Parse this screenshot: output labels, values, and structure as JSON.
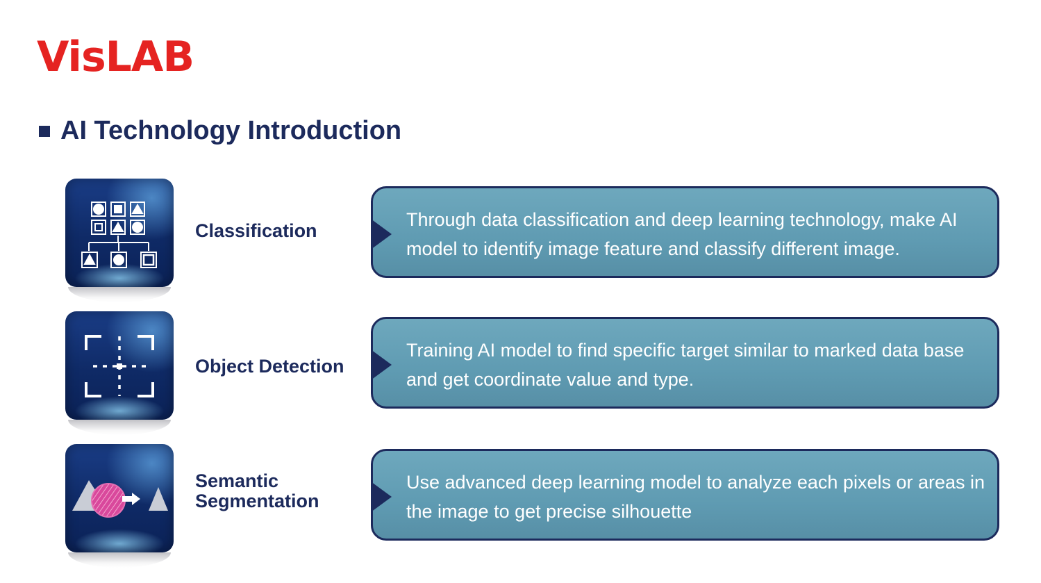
{
  "brand": {
    "logo_text": "VisLAB",
    "logo_color": "#e52321"
  },
  "heading": {
    "title": "AI Technology Introduction",
    "color": "#1c2a5c"
  },
  "items": [
    {
      "label": "Classification",
      "icon": "classification-hierarchy-icon",
      "description": "Through data classification and deep learning technology, make AI model to identify image feature and classify different image."
    },
    {
      "label": "Object Detection",
      "icon": "object-detection-frame-icon",
      "description": "Training AI model to find specific target similar to marked data base and get coordinate value and type."
    },
    {
      "label": "Semantic Segmentation",
      "icon": "semantic-segmentation-icon",
      "description": "Use advanced deep learning model to analyze each pixels or areas in the image to get precise silhouette"
    }
  ],
  "colors": {
    "tile_dark": "#0f2a66",
    "box_fill": "#6ea8bd",
    "box_border": "#1c2a5c"
  }
}
